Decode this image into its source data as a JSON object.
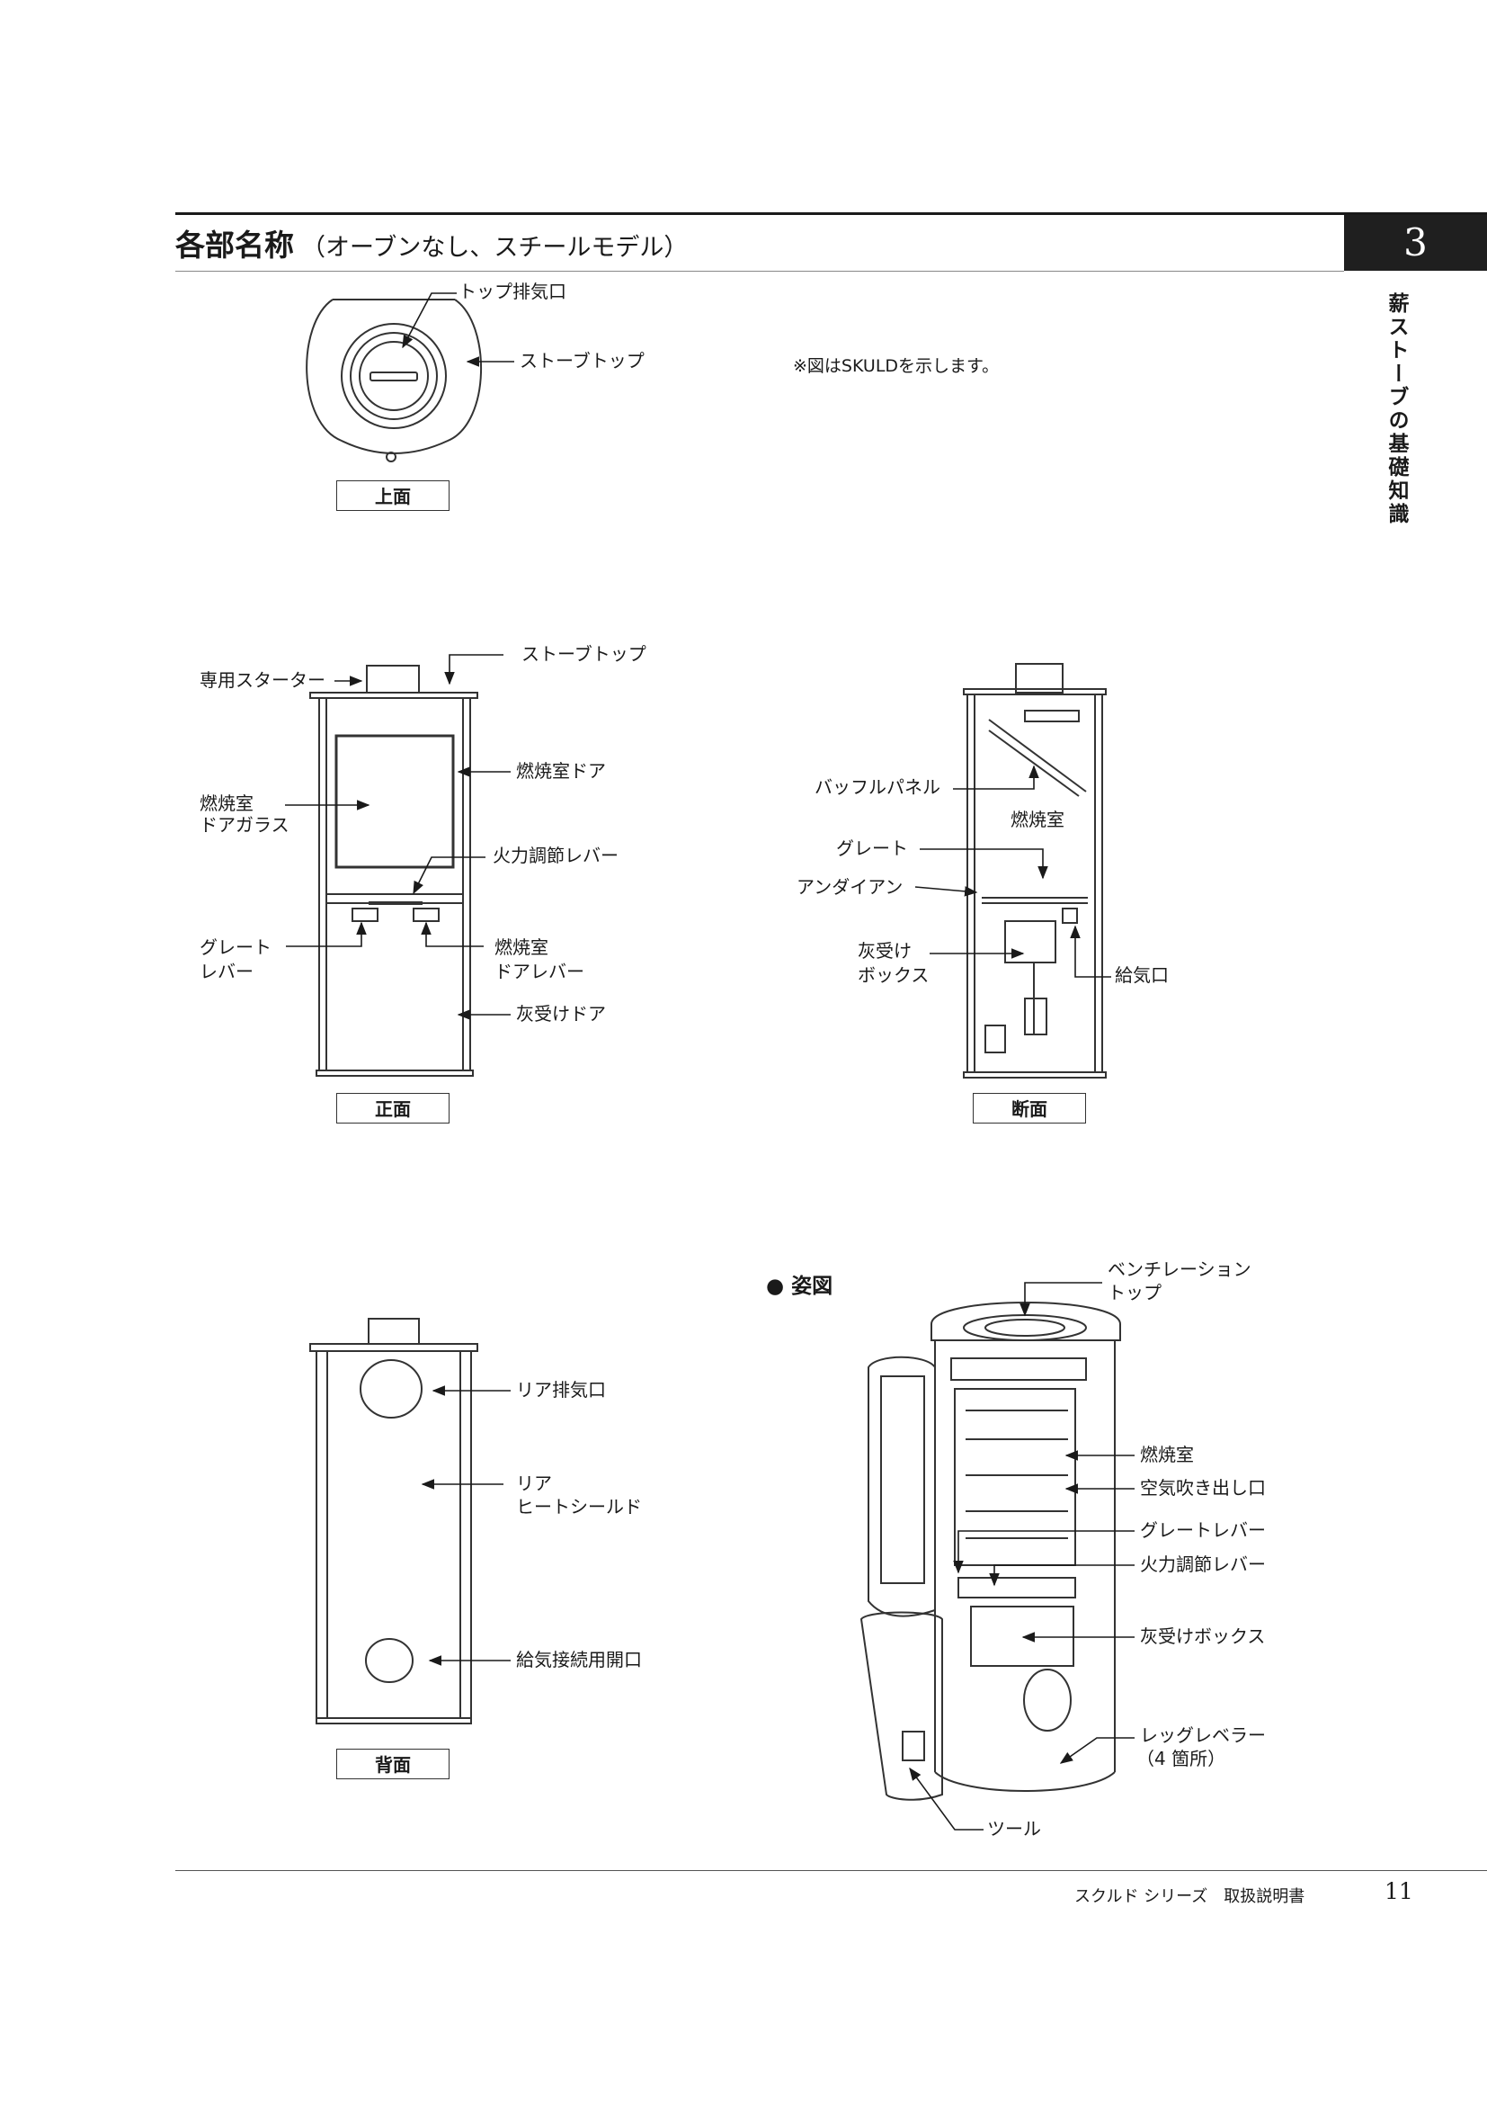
{
  "header": {
    "title": "各部名称",
    "subtitle": "（オーブンなし、スチールモデル）",
    "chapter_number": "3",
    "chapter_title": "薪ストーブの基礎知識"
  },
  "note": "※図はSKULDを示します。",
  "views": {
    "top": {
      "caption": "上面",
      "labels": {
        "exhaust": "トップ排気口",
        "stove_top": "ストーブトップ"
      }
    },
    "front": {
      "caption": "正面",
      "labels": {
        "starter": "専用スターター",
        "stove_top": "ストーブトップ",
        "door": "燃焼室ドア",
        "glass_1": "燃焼室",
        "glass_2": "ドアガラス",
        "air_lever": "火力調節レバー",
        "grate_lever_1": "グレート",
        "grate_lever_2": "レバー",
        "door_lever_1": "燃焼室",
        "door_lever_2": "ドアレバー",
        "ash_door": "灰受けドア"
      }
    },
    "section": {
      "caption": "断面",
      "labels": {
        "baffle": "バッフルパネル",
        "chamber": "燃焼室",
        "grate": "グレート",
        "andiron": "アンダイアン",
        "ash_box_1": "灰受け",
        "ash_box_2": "ボックス",
        "air_inlet": "給気口"
      }
    },
    "back": {
      "caption": "背面",
      "labels": {
        "rear_exhaust": "リア排気口",
        "shield_1": "リア",
        "shield_2": "ヒートシールド",
        "air_connect": "給気接続用開口"
      }
    },
    "iso": {
      "heading": "● 姿図",
      "labels": {
        "vent_top_1": "ベンチレーション",
        "vent_top_2": "トップ",
        "chamber": "燃焼室",
        "air_outlet": "空気吹き出し口",
        "grate_lever": "グレートレバー",
        "air_lever": "火力調節レバー",
        "ash_box": "灰受けボックス",
        "leg_leveler_1": "レッグレベラー",
        "leg_leveler_2": "（4 箇所）",
        "tool": "ツール"
      }
    }
  },
  "footer": {
    "text": "スクルド シリーズ　取扱説明書",
    "page": "11"
  }
}
